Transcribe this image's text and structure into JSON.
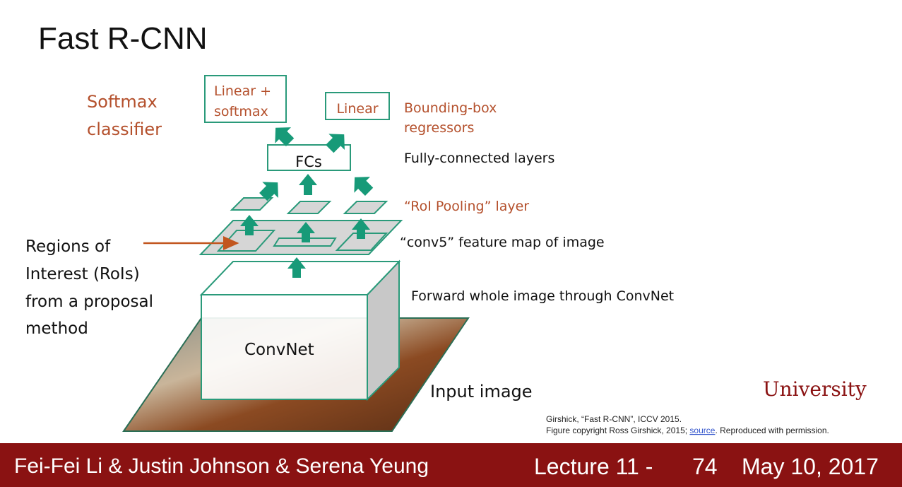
{
  "slide": {
    "title": "Fast R-CNN",
    "softmax_label": [
      "Softmax",
      "classifier"
    ],
    "linear_softmax_box": [
      "Linear +",
      "softmax"
    ],
    "linear_box": "Linear",
    "bbox_label": [
      "Bounding-box",
      "regressors"
    ],
    "fcs_box": "FCs",
    "fc_label": "Fully-connected layers",
    "roi_pool_label": "“RoI Pooling” layer",
    "conv5_label": "“conv5” feature map of image",
    "rois_label": [
      "Regions of",
      "Interest (RoIs)",
      "from a proposal",
      "method"
    ],
    "forward_label": "Forward whole image through ConvNet",
    "convnet_box": "ConvNet",
    "input_label": "Input image",
    "citation": [
      "Girshick, “Fast R-CNN”, ICCV 2015.",
      "Figure copyright Ross Girshick, 2015; ",
      "source",
      ". Reproduced with permission."
    ]
  },
  "footer": {
    "authors": "Fei-Fei Li & Justin Johnson & Serena Yeung",
    "lecture": "Lecture 11 -",
    "page": "74",
    "date": "May 10, 2017",
    "watermark": "University"
  },
  "colors": {
    "accent": "#b4502c",
    "teal": "#179a78",
    "footer": "#8a1212"
  }
}
